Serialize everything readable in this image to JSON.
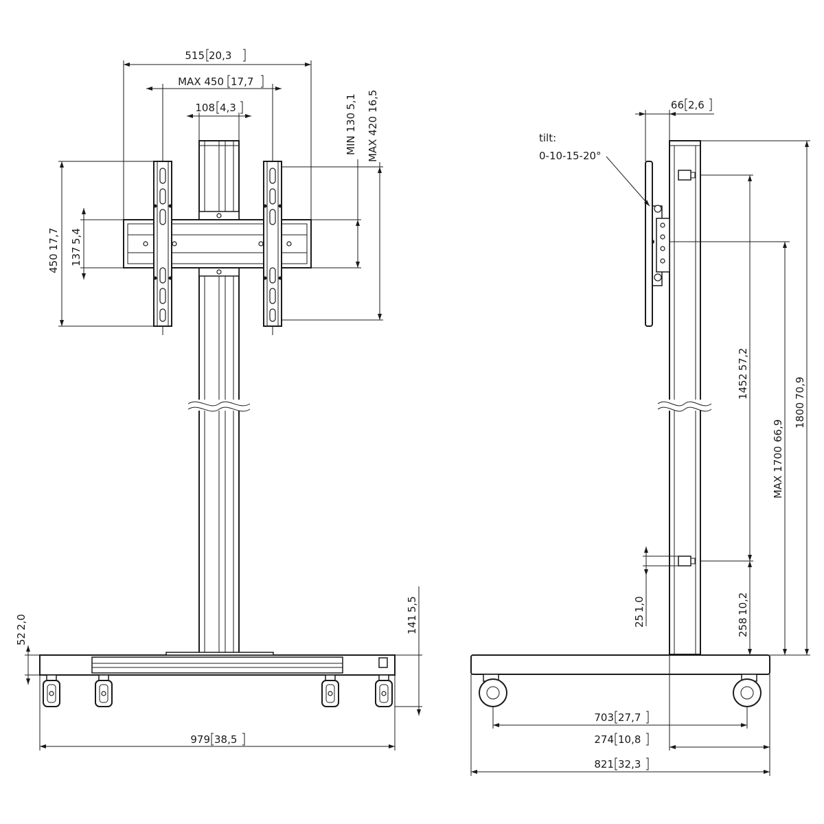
{
  "front_view": {
    "width_515": "515",
    "width_515_in": "20,3",
    "max_450": "MAX 450",
    "max_450_in": "17,7",
    "col_108": "108",
    "col_108_in": "4,3",
    "min_130": "MIN 130",
    "min_130_in": "5,1",
    "max_420": "MAX 420",
    "max_420_in": "16,5",
    "h_450": "450",
    "h_450_in": "17,7",
    "h_137": "137",
    "h_137_in": "5,4",
    "h_52": "52",
    "h_52_in": "2,0",
    "h_141": "141",
    "h_141_in": "5,5",
    "base_979": "979",
    "base_979_in": "38,5"
  },
  "side_view": {
    "d_66": "66",
    "d_66_in": "2,6",
    "tilt_label": "tilt:",
    "tilt_values": "0-10-15-20°",
    "h_1452": "1452",
    "h_1452_in": "57,2",
    "h_1800": "1800",
    "h_1800_in": "70,9",
    "h_1700": "MAX 1700",
    "h_1700_in": "66,9",
    "h_258": "258",
    "h_258_in": "10,2",
    "h_25": "25",
    "h_25_in": "1,0",
    "w_703": "703",
    "w_703_in": "27,7",
    "w_274": "274",
    "w_274_in": "10,8",
    "w_821": "821",
    "w_821_in": "32,3"
  }
}
